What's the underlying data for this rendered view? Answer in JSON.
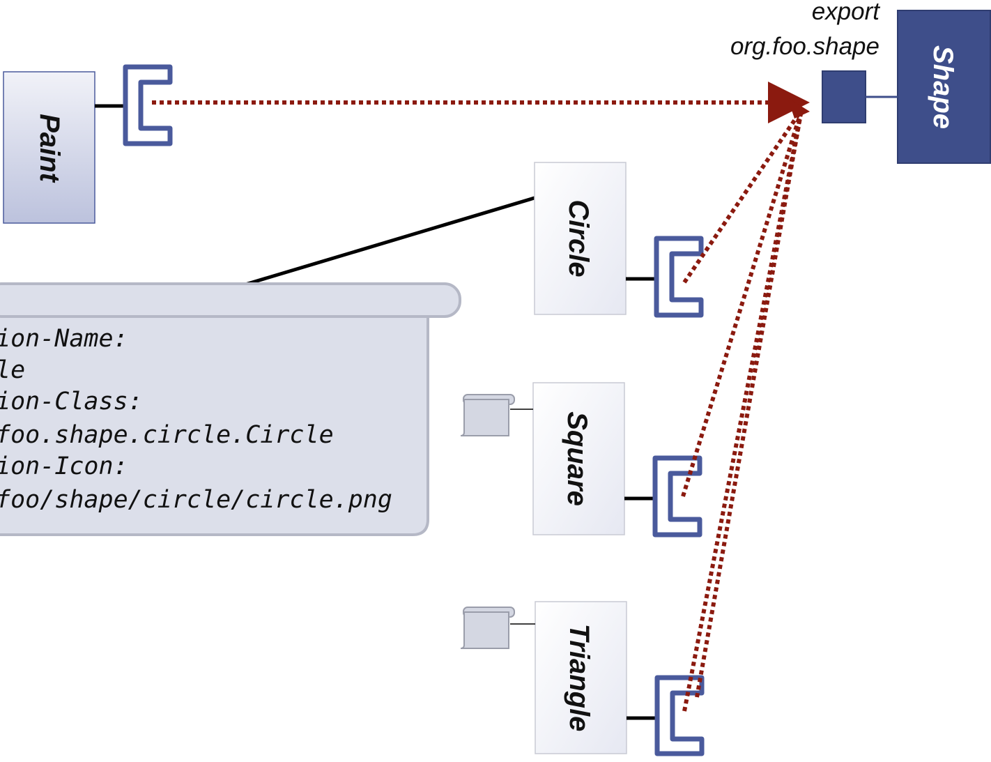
{
  "export_label": {
    "line1": "export",
    "line2": "org.foo.shape"
  },
  "bundles": {
    "shape": "Shape",
    "paint": "Paint",
    "circle": "Circle",
    "square": "Square",
    "triangle": "Triangle"
  },
  "manifest": {
    "lines": [
      "ion-Name:",
      "le",
      "ion-Class:",
      "foo.shape.circle.Circle",
      "ion-Icon:",
      "foo/shape/circle/circle.png"
    ]
  },
  "colors": {
    "shape_fill": "#3e4e8a",
    "import_stroke": "#4a5a9c",
    "dependency_arrow": "#8b1a0f",
    "note_fill": "#dcdfea"
  }
}
